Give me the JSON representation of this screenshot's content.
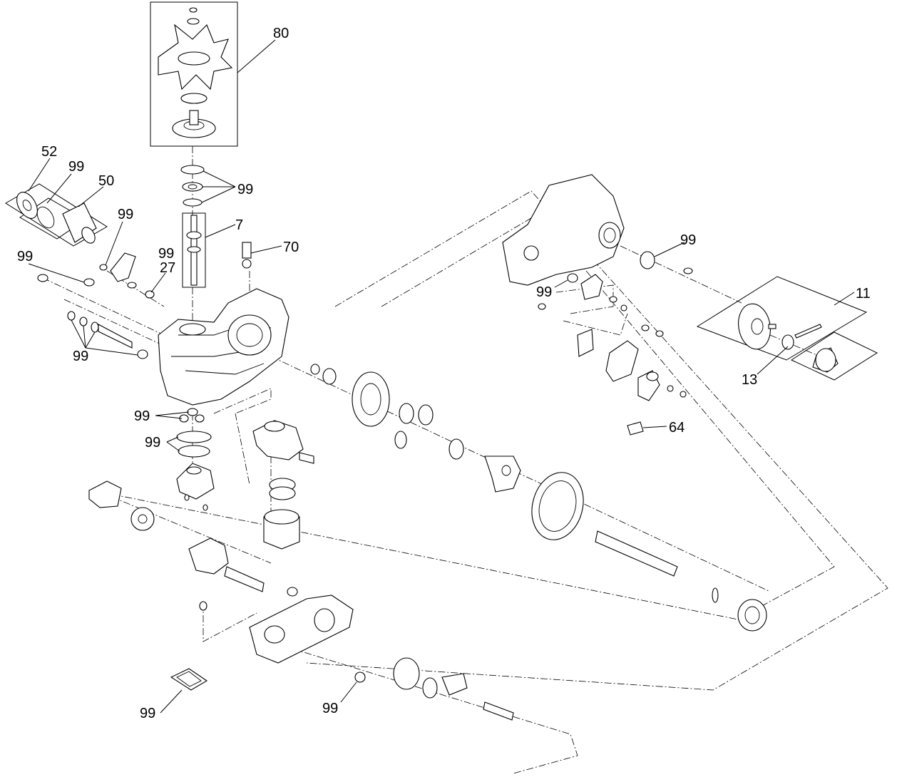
{
  "diagram": {
    "callouts": {
      "c80": "80",
      "c52": "52",
      "c99_filter": "99",
      "c50": "50",
      "c99_top": "99",
      "c99_left_a": "99",
      "c7": "7",
      "c70": "70",
      "c99_mid": "99",
      "c27": "27",
      "c99_left_b": "99",
      "c99_group": "99",
      "c99_sump_a": "99",
      "c99_sump_b": "99",
      "c99_cover_seal": "99",
      "c99_cover_oring": "99",
      "c11": "11",
      "c13": "13",
      "c64": "64",
      "c99_bottom_left": "99",
      "c99_bottom_mid": "99"
    }
  }
}
